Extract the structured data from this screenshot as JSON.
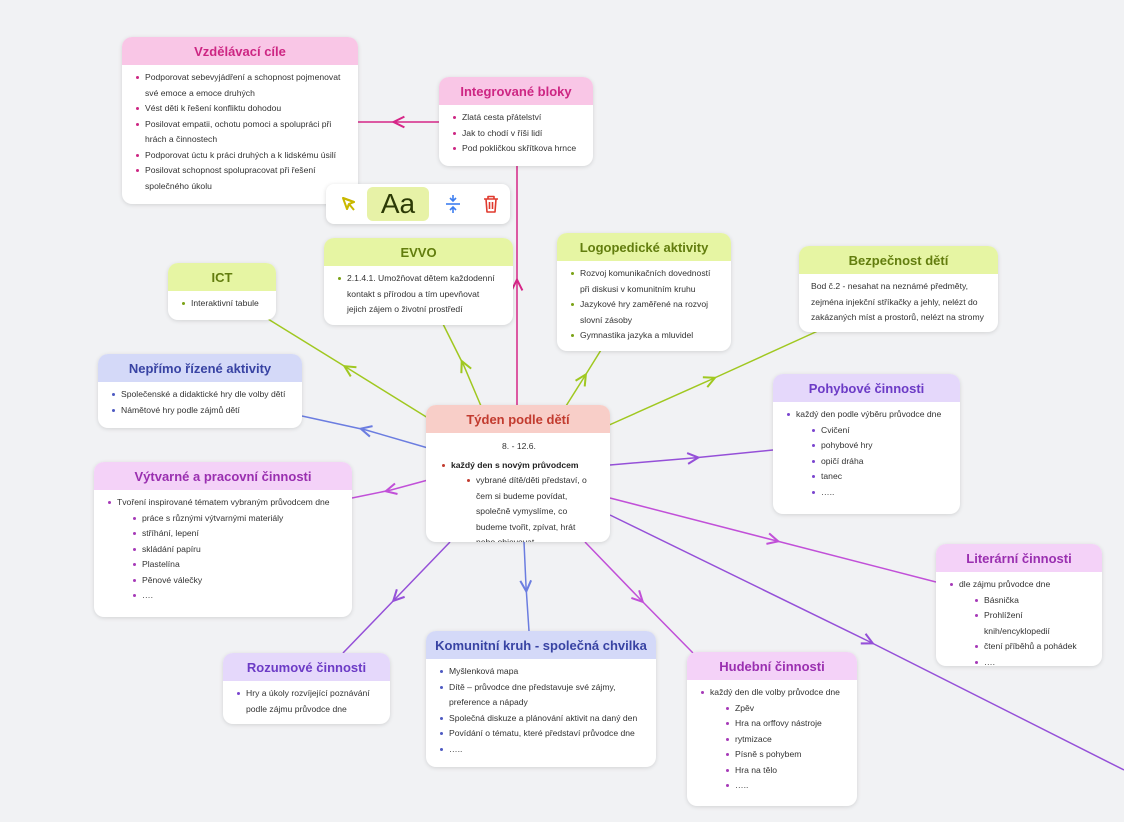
{
  "toolbar": {
    "cursor_icon": "select-pointer-icon",
    "font_label": "Aa",
    "compress_icon": "collapse-vertical-icon",
    "delete_icon": "trash-icon"
  },
  "center": {
    "title": "Týden podle dětí",
    "date": "8. - 12.6.",
    "main_item": "každý den s novým průvodcem",
    "sub_item": "vybrané dítě/děti představí, o čem si budeme povídat, společně vymyslíme, co budeme tvořit, zpívat, hrát nebo objevovat"
  },
  "goals": {
    "title": "Vzdělávací cíle",
    "items": [
      "Podporovat sebevyjádření a schopnost pojmenovat své emoce a emoce druhých",
      "Vést děti k řešení konfliktu dohodou",
      "Posilovat empatii, ochotu pomoci a spolupráci při hrách a činnostech",
      "Podporovat úctu k práci druhých a k lidskému úsilí",
      "Posilovat schopnost spolupracovat při řešení společného úkolu"
    ]
  },
  "blocks": {
    "title": "Integrované bloky",
    "items": [
      "Zlatá cesta přátelství",
      "Jak to chodí v říši lidí",
      "Pod pokličkou skřítkova hrnce"
    ]
  },
  "ict": {
    "title": "ICT",
    "items": [
      "Interaktivní tabule"
    ]
  },
  "evvo": {
    "title": "EVVO",
    "items": [
      "2.1.4.1. Umožňovat dětem každodenní kontakt s přírodou a tím upevňovat jejich zájem o životní prostředí"
    ]
  },
  "speech": {
    "title": "Logopedické aktivity",
    "items": [
      "Rozvoj komunikačních dovedností při diskusi v komunitním kruhu",
      "Jazykové hry zaměřené na rozvoj slovní zásoby",
      "Gymnastika jazyka a mluvidel"
    ]
  },
  "safety": {
    "title": "Bezpečnost dětí",
    "text": "Bod č.2 - nesahat na neznámé předměty, zejména injekční stříkačky a jehly, nelézt do zakázaných míst a prostorů, nelézt na stromy"
  },
  "indirect": {
    "title": "Nepřímo řízené aktivity",
    "items": [
      "Společenské a didaktické hry dle volby dětí",
      "Námětové hry podle zájmů dětí"
    ]
  },
  "art": {
    "title": "Výtvarné a pracovní činnosti",
    "item": "Tvoření inspirované tématem vybraným průvodcem dne",
    "subitems": [
      "práce s různými výtvarnými materiály",
      "stříhání, lepení",
      "skládání papíru",
      "Plastelína",
      "Pěnové válečky",
      "…."
    ]
  },
  "movement": {
    "title": "Pohybové činnosti",
    "item": "každý den podle výběru průvodce dne",
    "subitems": [
      "Cvičení",
      "pohybové hry",
      "opičí dráha",
      "tanec",
      "….."
    ]
  },
  "literary": {
    "title": "Literární činnosti",
    "item": "dle zájmu průvodce dne",
    "subitems": [
      "Básnička",
      "Prohlížení knih/encyklopedií",
      "čtení příběhů a pohádek",
      "…."
    ]
  },
  "cognitive": {
    "title": "Rozumové činnosti",
    "items": [
      "Hry a úkoly rozvíjející poznávání podle zájmu průvodce dne"
    ]
  },
  "circle": {
    "title": "Komunitní kruh - společná chvilka",
    "items": [
      "Myšlenková mapa",
      "Dítě – průvodce dne představuje své zájmy, preference a nápady",
      "Společná diskuze a plánování aktivit na daný den",
      "Povídání o tématu, které představí průvodce dne",
      "….."
    ]
  },
  "music": {
    "title": "Hudební činnosti",
    "item": "každý den dle volby průvodce dne",
    "subitems": [
      "Zpěv",
      "Hra na orffovy nástroje",
      "rytmizace",
      "Písně s pohybem",
      "Hra na tělo",
      "….."
    ]
  },
  "colors": {
    "pink": "#d62687",
    "green": "#a0c820",
    "blue": "#6b7de0",
    "violet": "#9550d8",
    "lilac": "#c150d8"
  }
}
